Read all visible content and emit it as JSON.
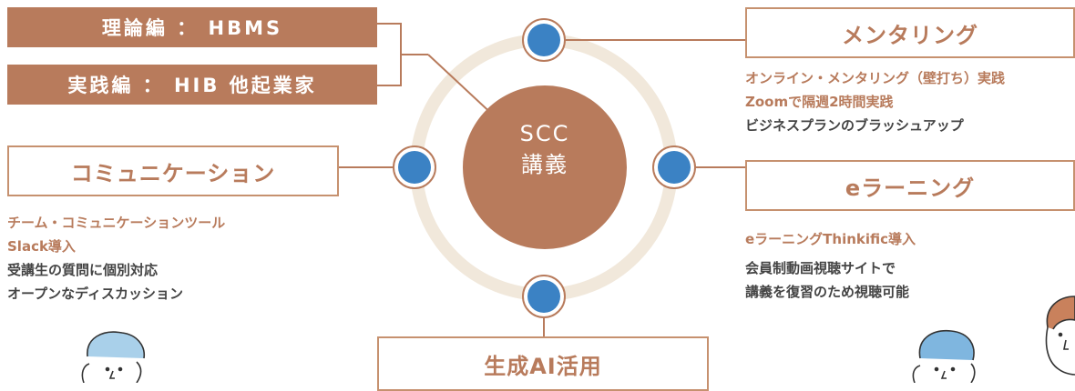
{
  "colors": {
    "brand": "#b87b5c",
    "ring": "#f1e8db",
    "node": "#3b82c4",
    "text": "#444444"
  },
  "center": {
    "line1": "SCC",
    "line2": "講義"
  },
  "lectures": {
    "theory": "理論編 ： HBMS",
    "practice": "実践編 ： HIB 他起業家"
  },
  "mentoring": {
    "title": "メンタリング",
    "lines_accent": [
      "オンライン・メンタリング（壁打ち）実践",
      "Zoomで隔週2時間実践"
    ],
    "lines_plain": [
      "ビジネスプランのブラッシュアップ"
    ]
  },
  "communication": {
    "title": "コミュニケーション",
    "lines_accent": [
      "チーム・コミュニケーションツール",
      "Slack導入"
    ],
    "lines_plain": [
      "受講生の質問に個別対応",
      "オープンなディスカッション"
    ]
  },
  "elearning": {
    "title": "eラーニング",
    "lines_accent": [
      "eラーニングThinkific導入"
    ],
    "lines_plain": [
      "会員制動画視聴サイトで",
      "講義を復習のため視聴可能"
    ]
  },
  "ai": {
    "title": "生成AI活用"
  }
}
